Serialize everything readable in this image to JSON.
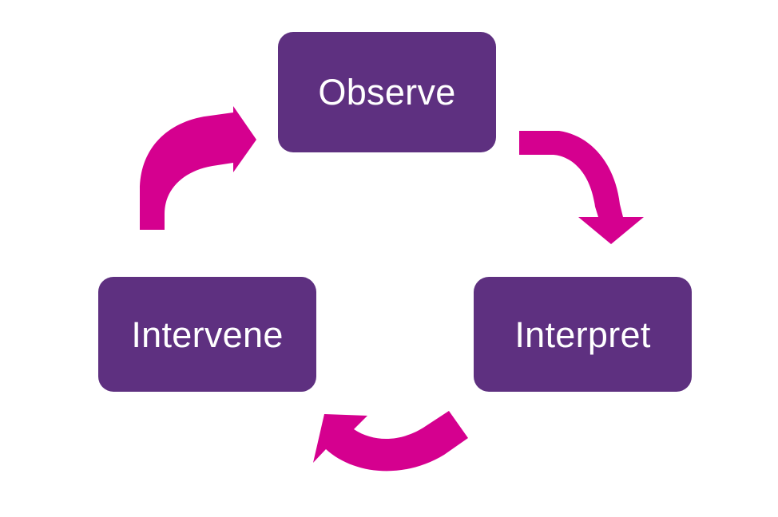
{
  "diagram": {
    "type": "cycle",
    "direction": "clockwise",
    "background_color": "#ffffff",
    "node_color": "#5E3080",
    "node_text_color": "#ffffff",
    "arrow_color": "#D5008F",
    "nodes": [
      {
        "id": "observe",
        "label": "Observe"
      },
      {
        "id": "interpret",
        "label": "Interpret"
      },
      {
        "id": "intervene",
        "label": "Intervene"
      }
    ],
    "arrows": [
      {
        "id": "observe-to-interpret",
        "from": "Observe",
        "to": "Interpret",
        "shape": "curved-arrow-right-down"
      },
      {
        "id": "interpret-to-intervene",
        "from": "Interpret",
        "to": "Intervene",
        "shape": "curved-arrow-left"
      },
      {
        "id": "intervene-to-observe",
        "from": "Intervene",
        "to": "Observe",
        "shape": "curved-arrow-up-right"
      }
    ]
  }
}
